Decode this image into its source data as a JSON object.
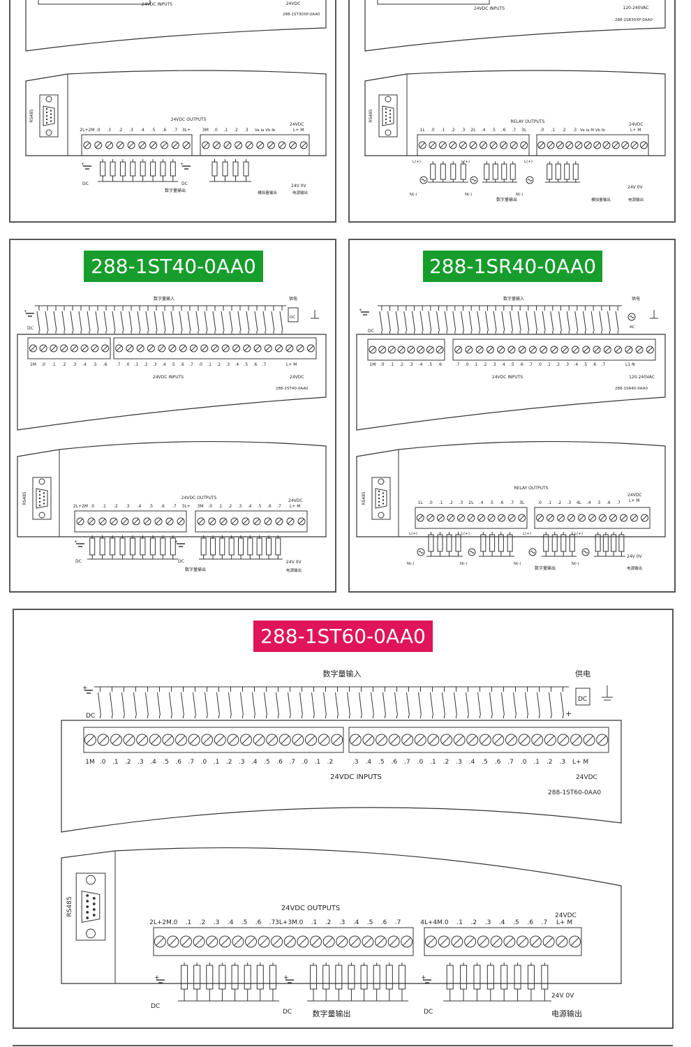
{
  "colors": {
    "green": "#169d2c",
    "pink": "#e0145a",
    "line": "#333333",
    "border": "#555555"
  },
  "labels": {
    "rs485": "RS485",
    "digital_input": "数字量输入",
    "digital_output": "数字量输出",
    "analog_output": "模拟量输出",
    "power_output": "电源输出",
    "power_supply": "供电",
    "inputs_24vdc": "24VDC INPUTS",
    "outputs_24vdc": "24VDC OUTPUTS",
    "relay_outputs": "RELAY OUTPUTS",
    "v24dc": "24VDC",
    "v120_240": "120-240VAC",
    "dc": "DC",
    "ac": "AC",
    "v24": "24V",
    "v0": "0V",
    "lm": "L+ M",
    "ln": "L1 N",
    "lplus": "L(+)",
    "nminus": "N(-)",
    "va_vb": "Va Ia Vb Ib",
    "va_vb_m": "Va Ia M Vb Ib"
  },
  "panels": [
    {
      "id": "st30",
      "model_code": "288-1ST30XP-0AA0"
    },
    {
      "id": "sr30",
      "model_code": "288-1SR30XP-0AA0"
    },
    {
      "id": "st40",
      "title": "288-1ST40-0AA0",
      "model_code": "288-1ST40-0AA0"
    },
    {
      "id": "sr40",
      "title": "288-1SR40-0AA0",
      "model_code": "288-1SR40-0AA0"
    },
    {
      "id": "st60",
      "title": "288-1ST60-0AA0",
      "model_code": "288-1ST60-0AA0"
    }
  ],
  "terminals": {
    "st30_out": "2L+2M .0 .1 .2 .3 .4 .5 .6 .7 3L+",
    "st30_out2": "3M .0 .1 .2 .3",
    "sr30_out": "1L .0 .1 .2 .3 2L .4 .5 .6 .7 3L",
    "sr30_out2": ".0 .1 .2 .3",
    "st40_in": "1M .0 .1 .2 .3 .4 .5 .6",
    "st40_in2": ".7 .0 .1 .2 .3 .4 .5 .6 .7 .0 .1 .2 .3 .4 .5 .6 .7",
    "st40_out": "2L+2M .0 .1 .2 .3 .4 .5 .6 .7 3L+",
    "st40_out2": "3M .0 .1 .2 .3 .4 .5 .6 .7",
    "sr40_in": "1M .0 .1 .2 .3 .4 .5 .6",
    "sr40_in2": ".7 .0 .1 .2 .3 .4 .5 .6 .7 .0 .1 .2 .3 .4 .5 .6 .7",
    "sr40_out": "1L .0 .1 .2 .3 2L .4 .5 .6 .7 3L",
    "sr40_out2": ".0 .1 .2 .3 4L .4 .5 .6 .7",
    "st60_in": "1M .0 .1 .2 .3 .4 .5 .6 .7 .0 .1 .2 .3 .4 .5 .6 .7 .0 .1 .2",
    "st60_in2": ".3 .4 .5 .6 .7 .0 .1 .2 .3 .4 .5 .6 .7 .0 .1 .2 .3",
    "st60_out": "2L+2M .0 .1 .2 .3 .4 .5 .6 .7 3L+3M .0 .1 .2 .3 .4 .5 .6 .7",
    "st60_out2": "4L+4M .0 .1 .2 .3 .4 .5 .6 .7"
  }
}
